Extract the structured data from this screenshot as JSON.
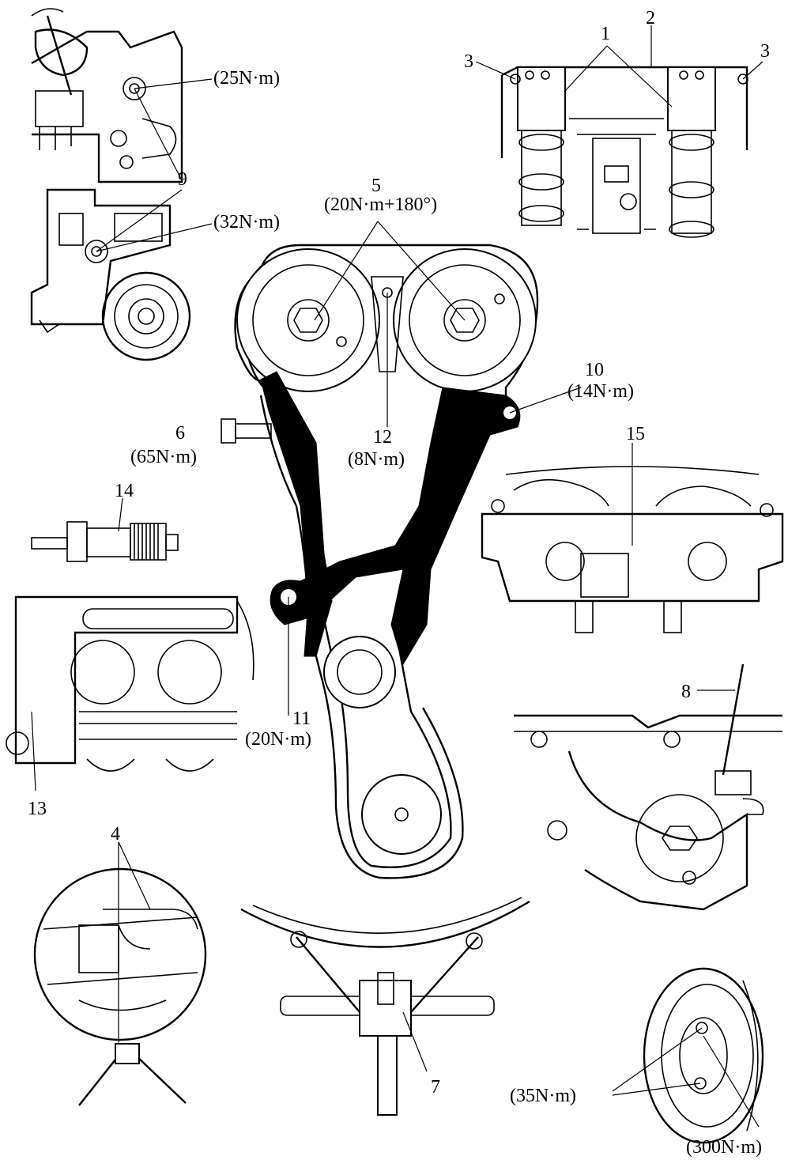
{
  "labels": {
    "l1": "1",
    "l2": "2",
    "l3a": "3",
    "l3b": "3",
    "l4": "4",
    "l5": "5",
    "l5t": "(20N·m+180°)",
    "l6": "6",
    "l6t": "(65N·m)",
    "l7": "7",
    "l8": "8",
    "l9": "9",
    "l9t1": "(25N·m)",
    "l9t2": "(32N·m)",
    "l10": "10",
    "l10t": "(14N·m)",
    "l11": "11",
    "l11t": "(20N·m)",
    "l12": "12",
    "l12t": "(8N·m)",
    "l13": "13",
    "l14": "14",
    "l15": "15",
    "p35": "(35N·m)",
    "p300": "(300N·m)"
  }
}
